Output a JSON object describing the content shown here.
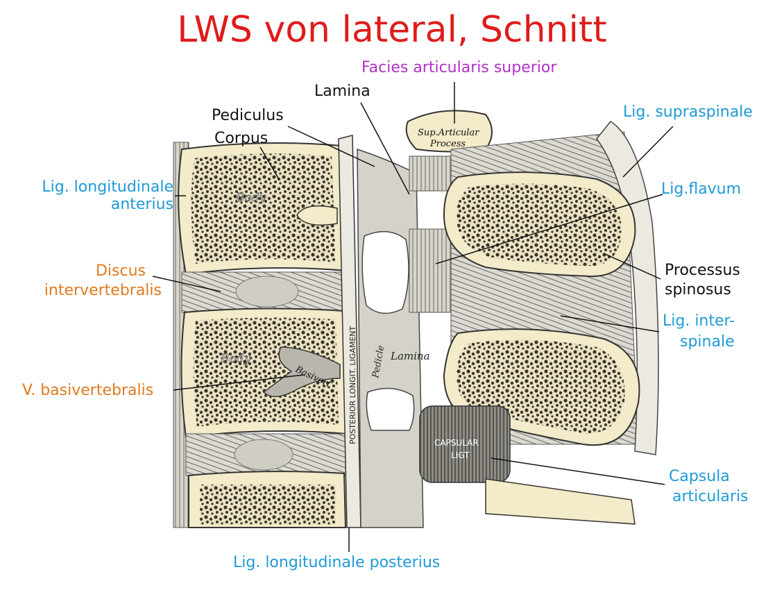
{
  "title": "LWS von lateral, Schnitt",
  "colors": {
    "title": "#e01b1b",
    "blue": "#1e9ad6",
    "orange": "#e07a1f",
    "purple": "#b230c8",
    "black": "#111111",
    "bone": "#f3ebc9",
    "trabecular": "#3a3428",
    "shade": "#8a8a80"
  },
  "labels": {
    "facies_articularis_superior": "Facies articularis superior",
    "lamina": "Lamina",
    "pediculus": "Pediculus",
    "corpus": "Corpus",
    "lig_supraspinale": "Lig. supraspinale",
    "lig_long_anterius_1": "Lig. longitudinale",
    "lig_long_anterius_2": "anterius",
    "lig_flavum": "Lig.flavum",
    "discus_1": "Discus",
    "discus_2": "intervertebralis",
    "processus_1": "Processus",
    "processus_2": "spinosus",
    "lig_interspinale_1": "Lig. inter-",
    "lig_interspinale_2": "spinale",
    "v_basivertebralis": "V. basivertebralis",
    "capsula_1": "Capsula",
    "capsula_2": "articularis",
    "lig_long_posterius": "Lig. longitudinale posterius"
  },
  "engraved_text": {
    "body_upper": "Body",
    "body_lower": "Body",
    "basivert": "Basivert",
    "sup_articular_1": "Sup.Articular",
    "sup_articular_2": "Process",
    "posterior_ligament": "POSTERIOR   LONGIT.   LIGAMENT",
    "pedicle": "Pedicle",
    "lamina_lower": "Lamina",
    "capsular_1": "CAPSULAR",
    "capsular_2": "LIGT"
  }
}
